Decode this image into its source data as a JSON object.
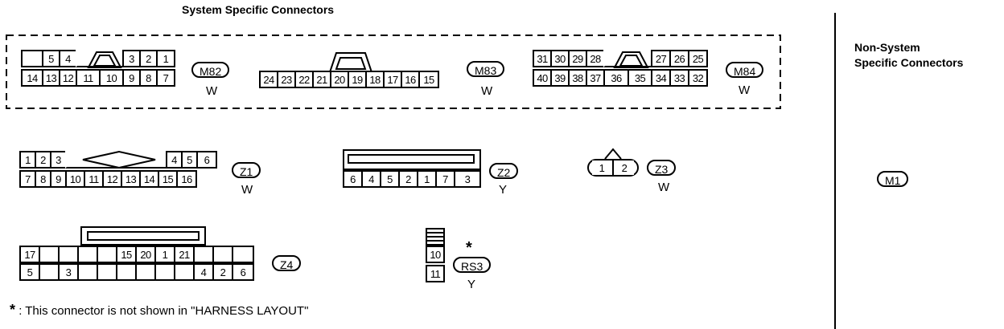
{
  "headers": {
    "system_specific": "System Specific Connectors",
    "non_system_line1": "Non-System",
    "non_system_line2": "Specific Connectors"
  },
  "connectors": {
    "m82": {
      "id": "M82",
      "color": "W",
      "top": [
        "",
        "5",
        "4",
        "",
        "3",
        "2",
        "1"
      ],
      "bottom": [
        "14",
        "13",
        "12",
        "11",
        "10",
        "9",
        "8",
        "7"
      ]
    },
    "m83": {
      "id": "M83",
      "color": "W",
      "cells": [
        "24",
        "23",
        "22",
        "21",
        "20",
        "19",
        "18",
        "17",
        "16",
        "15"
      ]
    },
    "m84": {
      "id": "M84",
      "color": "W",
      "top": [
        "31",
        "30",
        "29",
        "28",
        "",
        "27",
        "26",
        "25"
      ],
      "bottom": [
        "40",
        "39",
        "38",
        "37",
        "36",
        "35",
        "34",
        "33",
        "32"
      ]
    },
    "z1": {
      "id": "Z1",
      "color": "W",
      "top": [
        "1",
        "2",
        "3",
        "",
        "4",
        "5",
        "6"
      ],
      "bottom": [
        "7",
        "8",
        "9",
        "10",
        "11",
        "12",
        "13",
        "14",
        "15",
        "16"
      ]
    },
    "z2": {
      "id": "Z2",
      "color": "Y",
      "cells": [
        "6",
        "4",
        "5",
        "2",
        "1",
        "7",
        "3"
      ]
    },
    "z3": {
      "id": "Z3",
      "color": "W",
      "pins": [
        "1",
        "2"
      ]
    },
    "z4": {
      "id": "Z4",
      "top": [
        "17",
        "",
        "",
        "",
        "",
        "15",
        "20",
        "1",
        "21",
        "",
        "",
        ""
      ],
      "bottom": [
        "5",
        "",
        "3",
        "",
        "",
        "",
        "",
        "",
        "",
        "4",
        "2",
        "6"
      ]
    },
    "rs3": {
      "id": "RS3",
      "color": "Y",
      "star": "*",
      "cells": [
        "10",
        "11"
      ]
    },
    "m1": {
      "id": "M1"
    }
  },
  "footnote": {
    "star": "*",
    "text": ": This connector is not shown in \"HARNESS LAYOUT\""
  }
}
